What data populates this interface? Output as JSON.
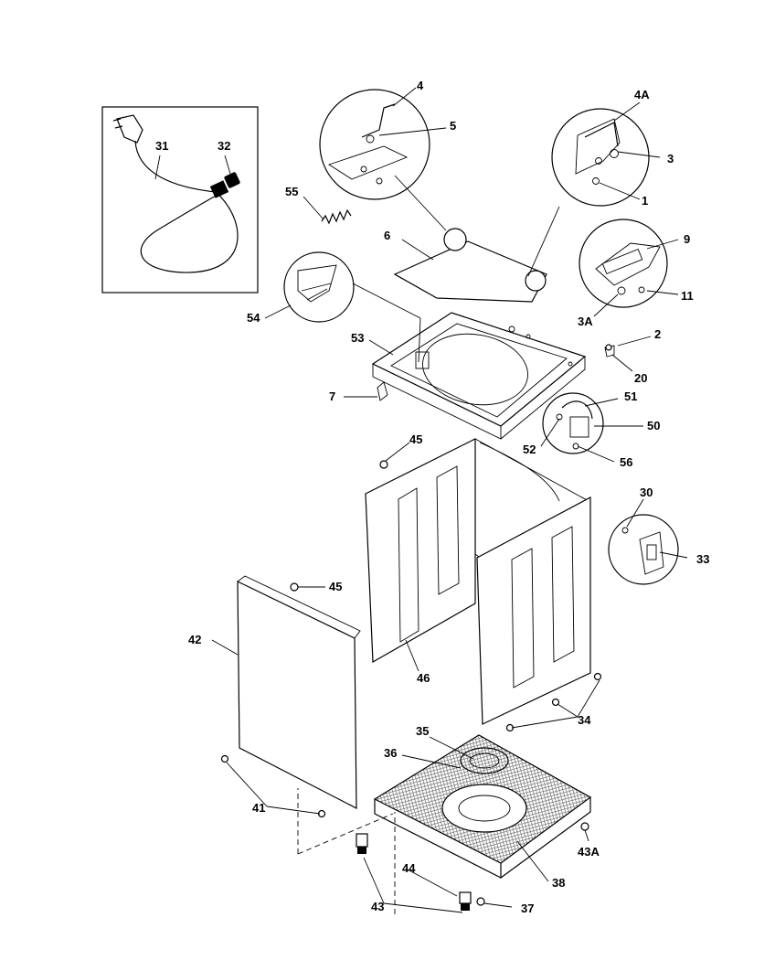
{
  "callouts": {
    "c1": "1",
    "c2": "2",
    "c3": "3",
    "c3A": "3A",
    "c4": "4",
    "c4A": "4A",
    "c5": "5",
    "c6": "6",
    "c7": "7",
    "c9": "9",
    "c11": "11",
    "c20": "20",
    "c30": "30",
    "c31": "31",
    "c32": "32",
    "c33": "33",
    "c34": "34",
    "c35": "35",
    "c36": "36",
    "c37": "37",
    "c38": "38",
    "c41": "41",
    "c42": "42",
    "c43": "43",
    "c43A": "43A",
    "c44": "44",
    "c45a": "45",
    "c45b": "45",
    "c46": "46",
    "c50": "50",
    "c51": "51",
    "c52": "52",
    "c53": "53",
    "c54": "54",
    "c55": "55",
    "c56": "56"
  }
}
